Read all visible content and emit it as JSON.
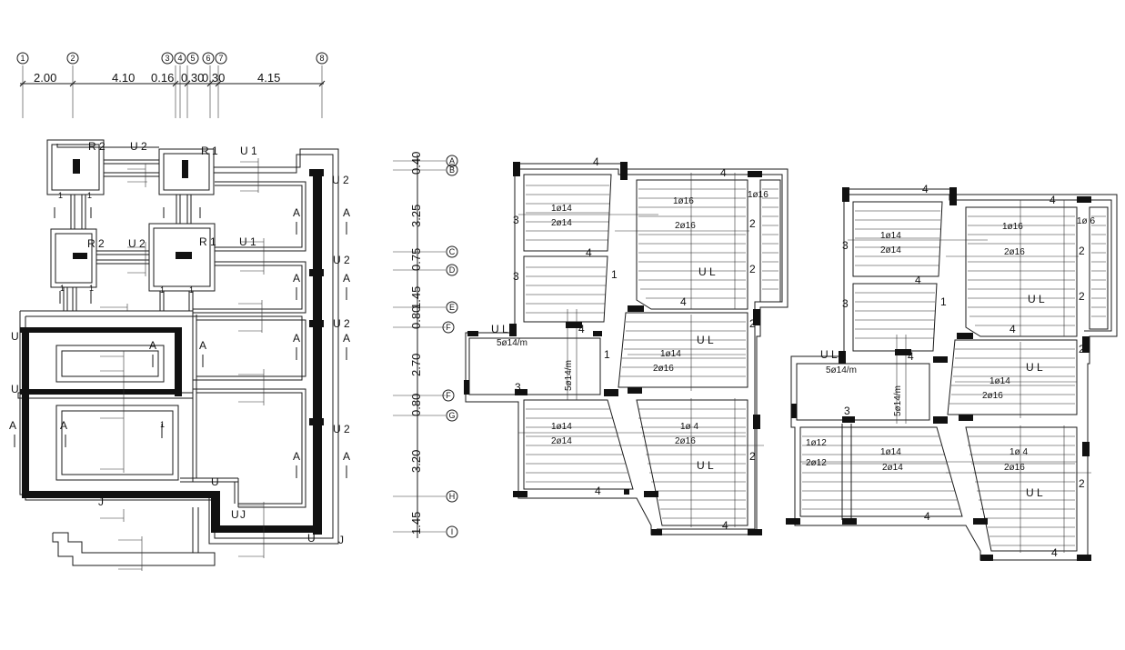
{
  "grid_x": {
    "bubbles": [
      "1",
      "2",
      "3",
      "4",
      "5",
      "6",
      "7",
      "8"
    ],
    "dims": [
      "2.00",
      "4.10",
      "0.16",
      "0.30",
      "0.30",
      "4.15"
    ]
  },
  "grid_y": {
    "bubbles": [
      "A",
      "B",
      "C",
      "D",
      "E",
      "F",
      "F",
      "G",
      "H",
      "I"
    ],
    "dims": [
      "0.40",
      "3.25",
      "0.75",
      "1.45",
      "0.80",
      "2.70",
      "0.80",
      "3.20",
      "1.45"
    ]
  },
  "foundation": {
    "footing_labels": [
      "R 2",
      "U 2",
      "R 1",
      "U 1",
      "R 2",
      "U 2",
      "R 1",
      "U 1"
    ],
    "wall_labels": [
      "U 2",
      "U 2",
      "U 2",
      "U 2",
      "U 2",
      "U 2"
    ],
    "section_marks": [
      "A",
      "A",
      "A",
      "A",
      "A",
      "A",
      "A",
      "A",
      "A",
      "A",
      "A",
      "A"
    ],
    "arrow_nums": [
      "1",
      "1",
      "1",
      "1",
      "1",
      "1",
      "1"
    ],
    "tags": [
      "U",
      "J",
      "U",
      "J",
      "U",
      "J"
    ]
  },
  "slab_a": {
    "notes": [
      "1ø14",
      "2ø14",
      "1ø16",
      "2ø16",
      "1ø16",
      "1ø14",
      "2ø16",
      "1ø14",
      "2ø14",
      "1ø 4",
      "2ø16",
      "5ø14/m",
      "5ø14/m"
    ],
    "marks": [
      "4",
      "4",
      "4",
      "4",
      "4",
      "4",
      "4",
      "3",
      "3",
      "3",
      "2",
      "2",
      "2",
      "2",
      "1",
      "1",
      "U L",
      "U L",
      "U L",
      "U L"
    ]
  },
  "slab_b": {
    "notes": [
      "1ø14",
      "2ø14",
      "1ø16",
      "2ø16",
      "1ø 6",
      "1ø14",
      "2ø16",
      "1ø12",
      "2ø12",
      "1ø14",
      "2ø14",
      "1ø 4",
      "2ø16",
      "5ø14/m",
      "5ø14/m"
    ],
    "marks": [
      "4",
      "4",
      "4",
      "4",
      "4",
      "4",
      "4",
      "3",
      "3",
      "3",
      "2",
      "2",
      "2",
      "2",
      "1",
      "U L",
      "U L",
      "U L",
      "U L"
    ]
  }
}
